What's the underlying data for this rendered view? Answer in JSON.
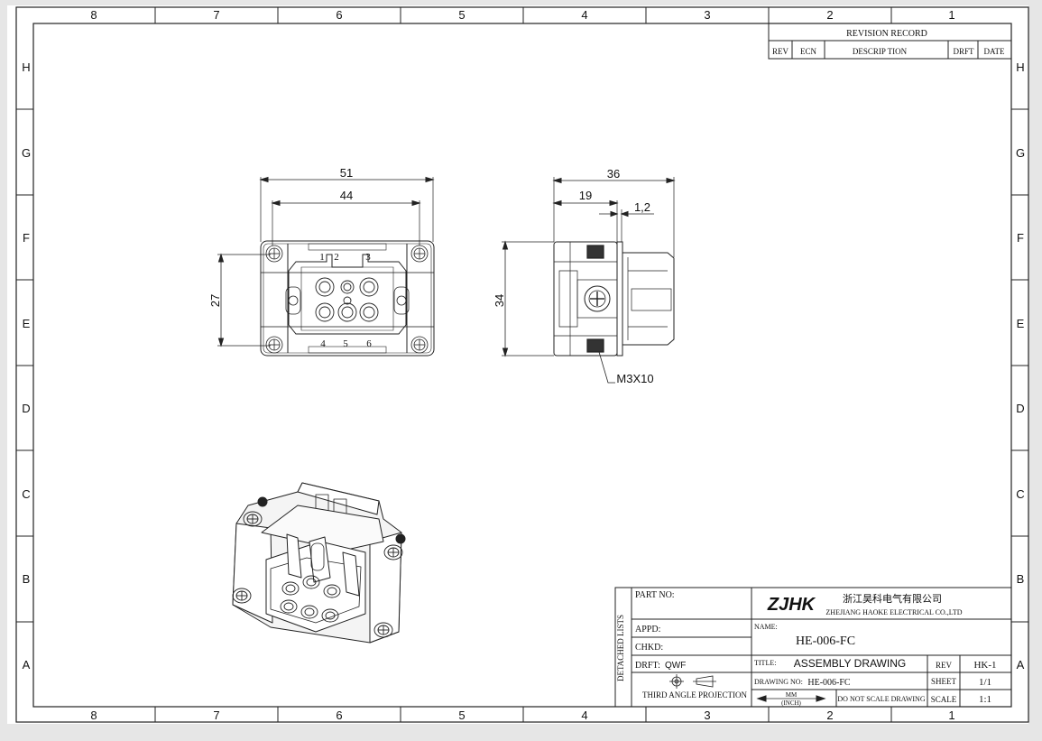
{
  "zones": {
    "columns": [
      "8",
      "7",
      "6",
      "5",
      "4",
      "3",
      "2",
      "1"
    ],
    "rows": [
      "H",
      "G",
      "F",
      "E",
      "D",
      "C",
      "B",
      "A"
    ]
  },
  "revision": {
    "title": "REVISION RECORD",
    "headers": [
      "REV",
      "ECN",
      "DESCRIP TION",
      "DRFT",
      "DATE"
    ]
  },
  "front_view": {
    "dim_overall_width": "51",
    "dim_hole_spacing": "44",
    "dim_height": "27",
    "contacts_top": [
      "1",
      "2",
      "3"
    ],
    "contacts_bottom": [
      "4",
      "5",
      "6"
    ]
  },
  "side_view": {
    "dim_overall": "36",
    "dim_depth": "19",
    "dim_flange": "1,2",
    "dim_height": "34",
    "screw_label": "M3X10"
  },
  "title_block": {
    "part_no_label": "PART NO:",
    "detached_lists": "DETACHED LISTS",
    "appd_label": "APPD:",
    "chkd_label": "CHKD:",
    "drft_label": "DRFT:",
    "drft_value": "QWF",
    "projection": "THIRD ANGLE PROJECTION",
    "logo": "ZJHK",
    "company_cn": "浙江昊科电气有限公司",
    "company_en": "ZHEJIANG HAOKE ELECTRICAL CO.,LTD",
    "name_label": "NAME:",
    "name_value": "HE-006-FC",
    "title_label": "TITLE:",
    "title_value": "ASSEMBLY DRAWING",
    "rev_label": "REV",
    "rev_value": "HK-1",
    "drawing_no_label": "DRAWING NO:",
    "drawing_no_value": "HE-006-FC",
    "sheet_label": "SHEET",
    "sheet_value": "1/1",
    "units_mm": "MM",
    "units_inch": "(INCH)",
    "no_scale": "DO NOT SCALE DRAWING",
    "scale_label": "SCALE",
    "scale_value": "1:1"
  }
}
